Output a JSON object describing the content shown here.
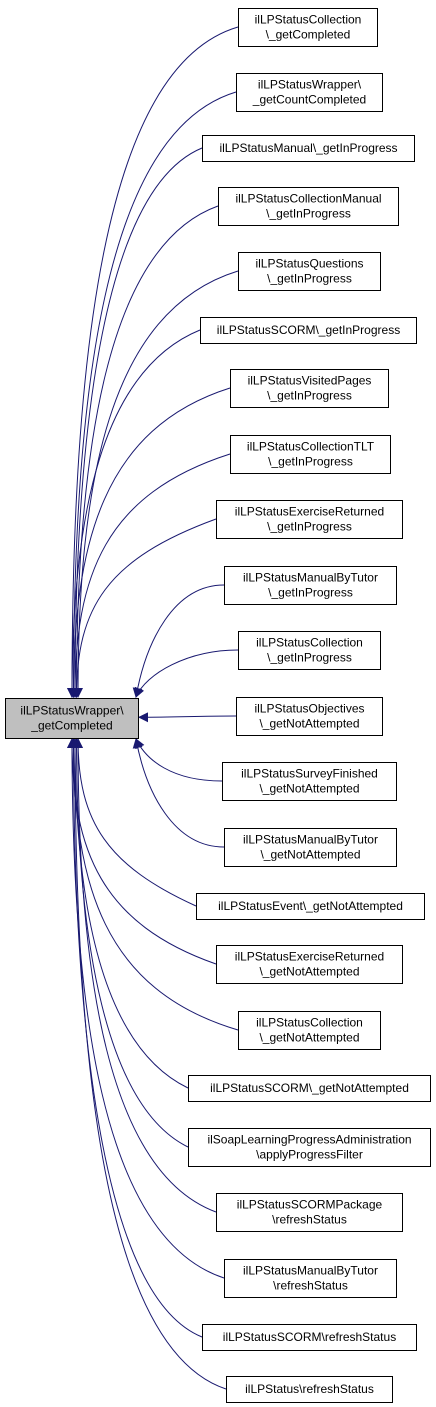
{
  "colors": {
    "edge": "#191970",
    "node_border": "#000000",
    "node_fill": "#ffffff",
    "focus_fill": "#bfbfbf"
  },
  "focus": {
    "lines": [
      "ilLPStatusWrapper\\",
      "_getCompleted"
    ]
  },
  "callers": [
    {
      "lines": [
        "ilLPStatusCollection",
        "\\_getCompleted"
      ]
    },
    {
      "lines": [
        "ilLPStatusWrapper\\",
        "_getCountCompleted"
      ]
    },
    {
      "lines": [
        "ilLPStatusManual\\_getInProgress"
      ]
    },
    {
      "lines": [
        "ilLPStatusCollectionManual",
        "\\_getInProgress"
      ]
    },
    {
      "lines": [
        "ilLPStatusQuestions",
        "\\_getInProgress"
      ]
    },
    {
      "lines": [
        "ilLPStatusSCORM\\_getInProgress"
      ]
    },
    {
      "lines": [
        "ilLPStatusVisitedPages",
        "\\_getInProgress"
      ]
    },
    {
      "lines": [
        "ilLPStatusCollectionTLT",
        "\\_getInProgress"
      ]
    },
    {
      "lines": [
        "ilLPStatusExerciseReturned",
        "\\_getInProgress"
      ]
    },
    {
      "lines": [
        "ilLPStatusManualByTutor",
        "\\_getInProgress"
      ]
    },
    {
      "lines": [
        "ilLPStatusCollection",
        "\\_getInProgress"
      ]
    },
    {
      "lines": [
        "ilLPStatusObjectives",
        "\\_getNotAttempted"
      ]
    },
    {
      "lines": [
        "ilLPStatusSurveyFinished",
        "\\_getNotAttempted"
      ]
    },
    {
      "lines": [
        "ilLPStatusManualByTutor",
        "\\_getNotAttempted"
      ]
    },
    {
      "lines": [
        "ilLPStatusEvent\\_getNotAttempted"
      ]
    },
    {
      "lines": [
        "ilLPStatusExerciseReturned",
        "\\_getNotAttempted"
      ]
    },
    {
      "lines": [
        "ilLPStatusCollection",
        "\\_getNotAttempted"
      ]
    },
    {
      "lines": [
        "ilLPStatusSCORM\\_getNotAttempted"
      ]
    },
    {
      "lines": [
        "ilSoapLearningProgressAdministration",
        "\\applyProgressFilter"
      ]
    },
    {
      "lines": [
        "ilLPStatusSCORMPackage",
        "\\refreshStatus"
      ]
    },
    {
      "lines": [
        "ilLPStatusManualByTutor",
        "\\refreshStatus"
      ]
    },
    {
      "lines": [
        "ilLPStatusSCORM\\refreshStatus"
      ]
    },
    {
      "lines": [
        "ilLPStatus\\refreshStatus"
      ]
    }
  ]
}
